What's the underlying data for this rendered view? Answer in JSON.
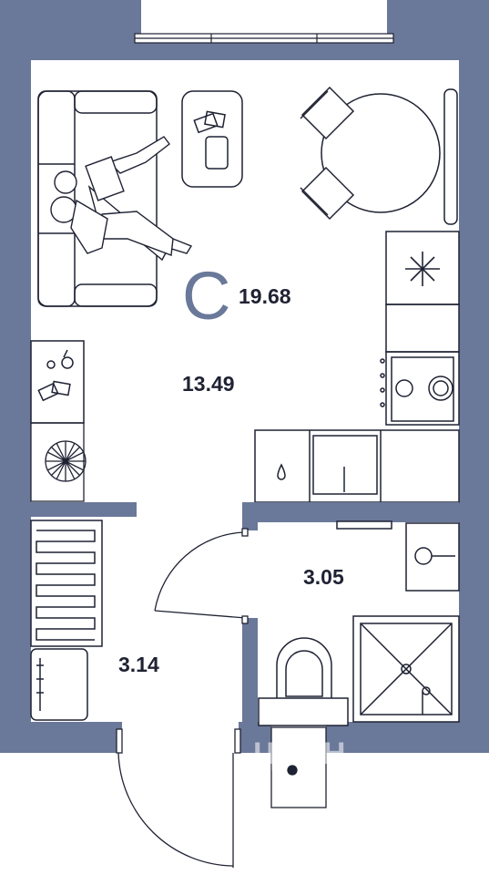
{
  "plan": {
    "apartment_type": "С",
    "total_area": "19.68",
    "colors": {
      "wall": "#6a7899",
      "line": "#1f2233",
      "floor": "#ffffff"
    },
    "rooms": [
      {
        "id": "living",
        "area": "13.49"
      },
      {
        "id": "bathroom",
        "area": "3.05"
      },
      {
        "id": "hallway",
        "area": "3.14"
      }
    ],
    "watermark": "ЦИАН",
    "icons": [
      "sofa-icon",
      "person-reading-icon",
      "coffee-table-icon",
      "dining-table-icon",
      "chair-icon",
      "fridge-icon",
      "freezer-icon",
      "cooktop-icon",
      "kitchen-sink-icon",
      "shelf-icon",
      "plant-icon",
      "radiator-icon",
      "washing-machine-icon",
      "bathroom-sink-icon",
      "toilet-icon",
      "shower-icon",
      "door-icon",
      "window-icon"
    ]
  }
}
